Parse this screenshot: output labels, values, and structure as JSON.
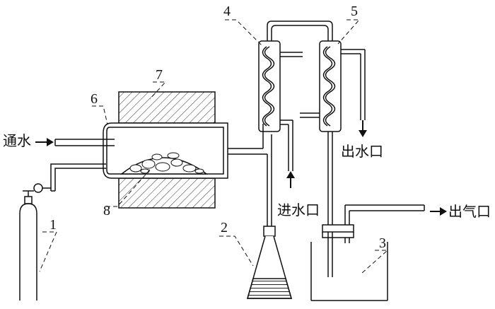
{
  "labels": {
    "water_in_left": "通水",
    "water_out": "出水口",
    "water_in": "进水口",
    "gas_out": "出气口"
  },
  "numbers": [
    "1",
    "2",
    "3",
    "4",
    "5",
    "6",
    "7",
    "8"
  ]
}
